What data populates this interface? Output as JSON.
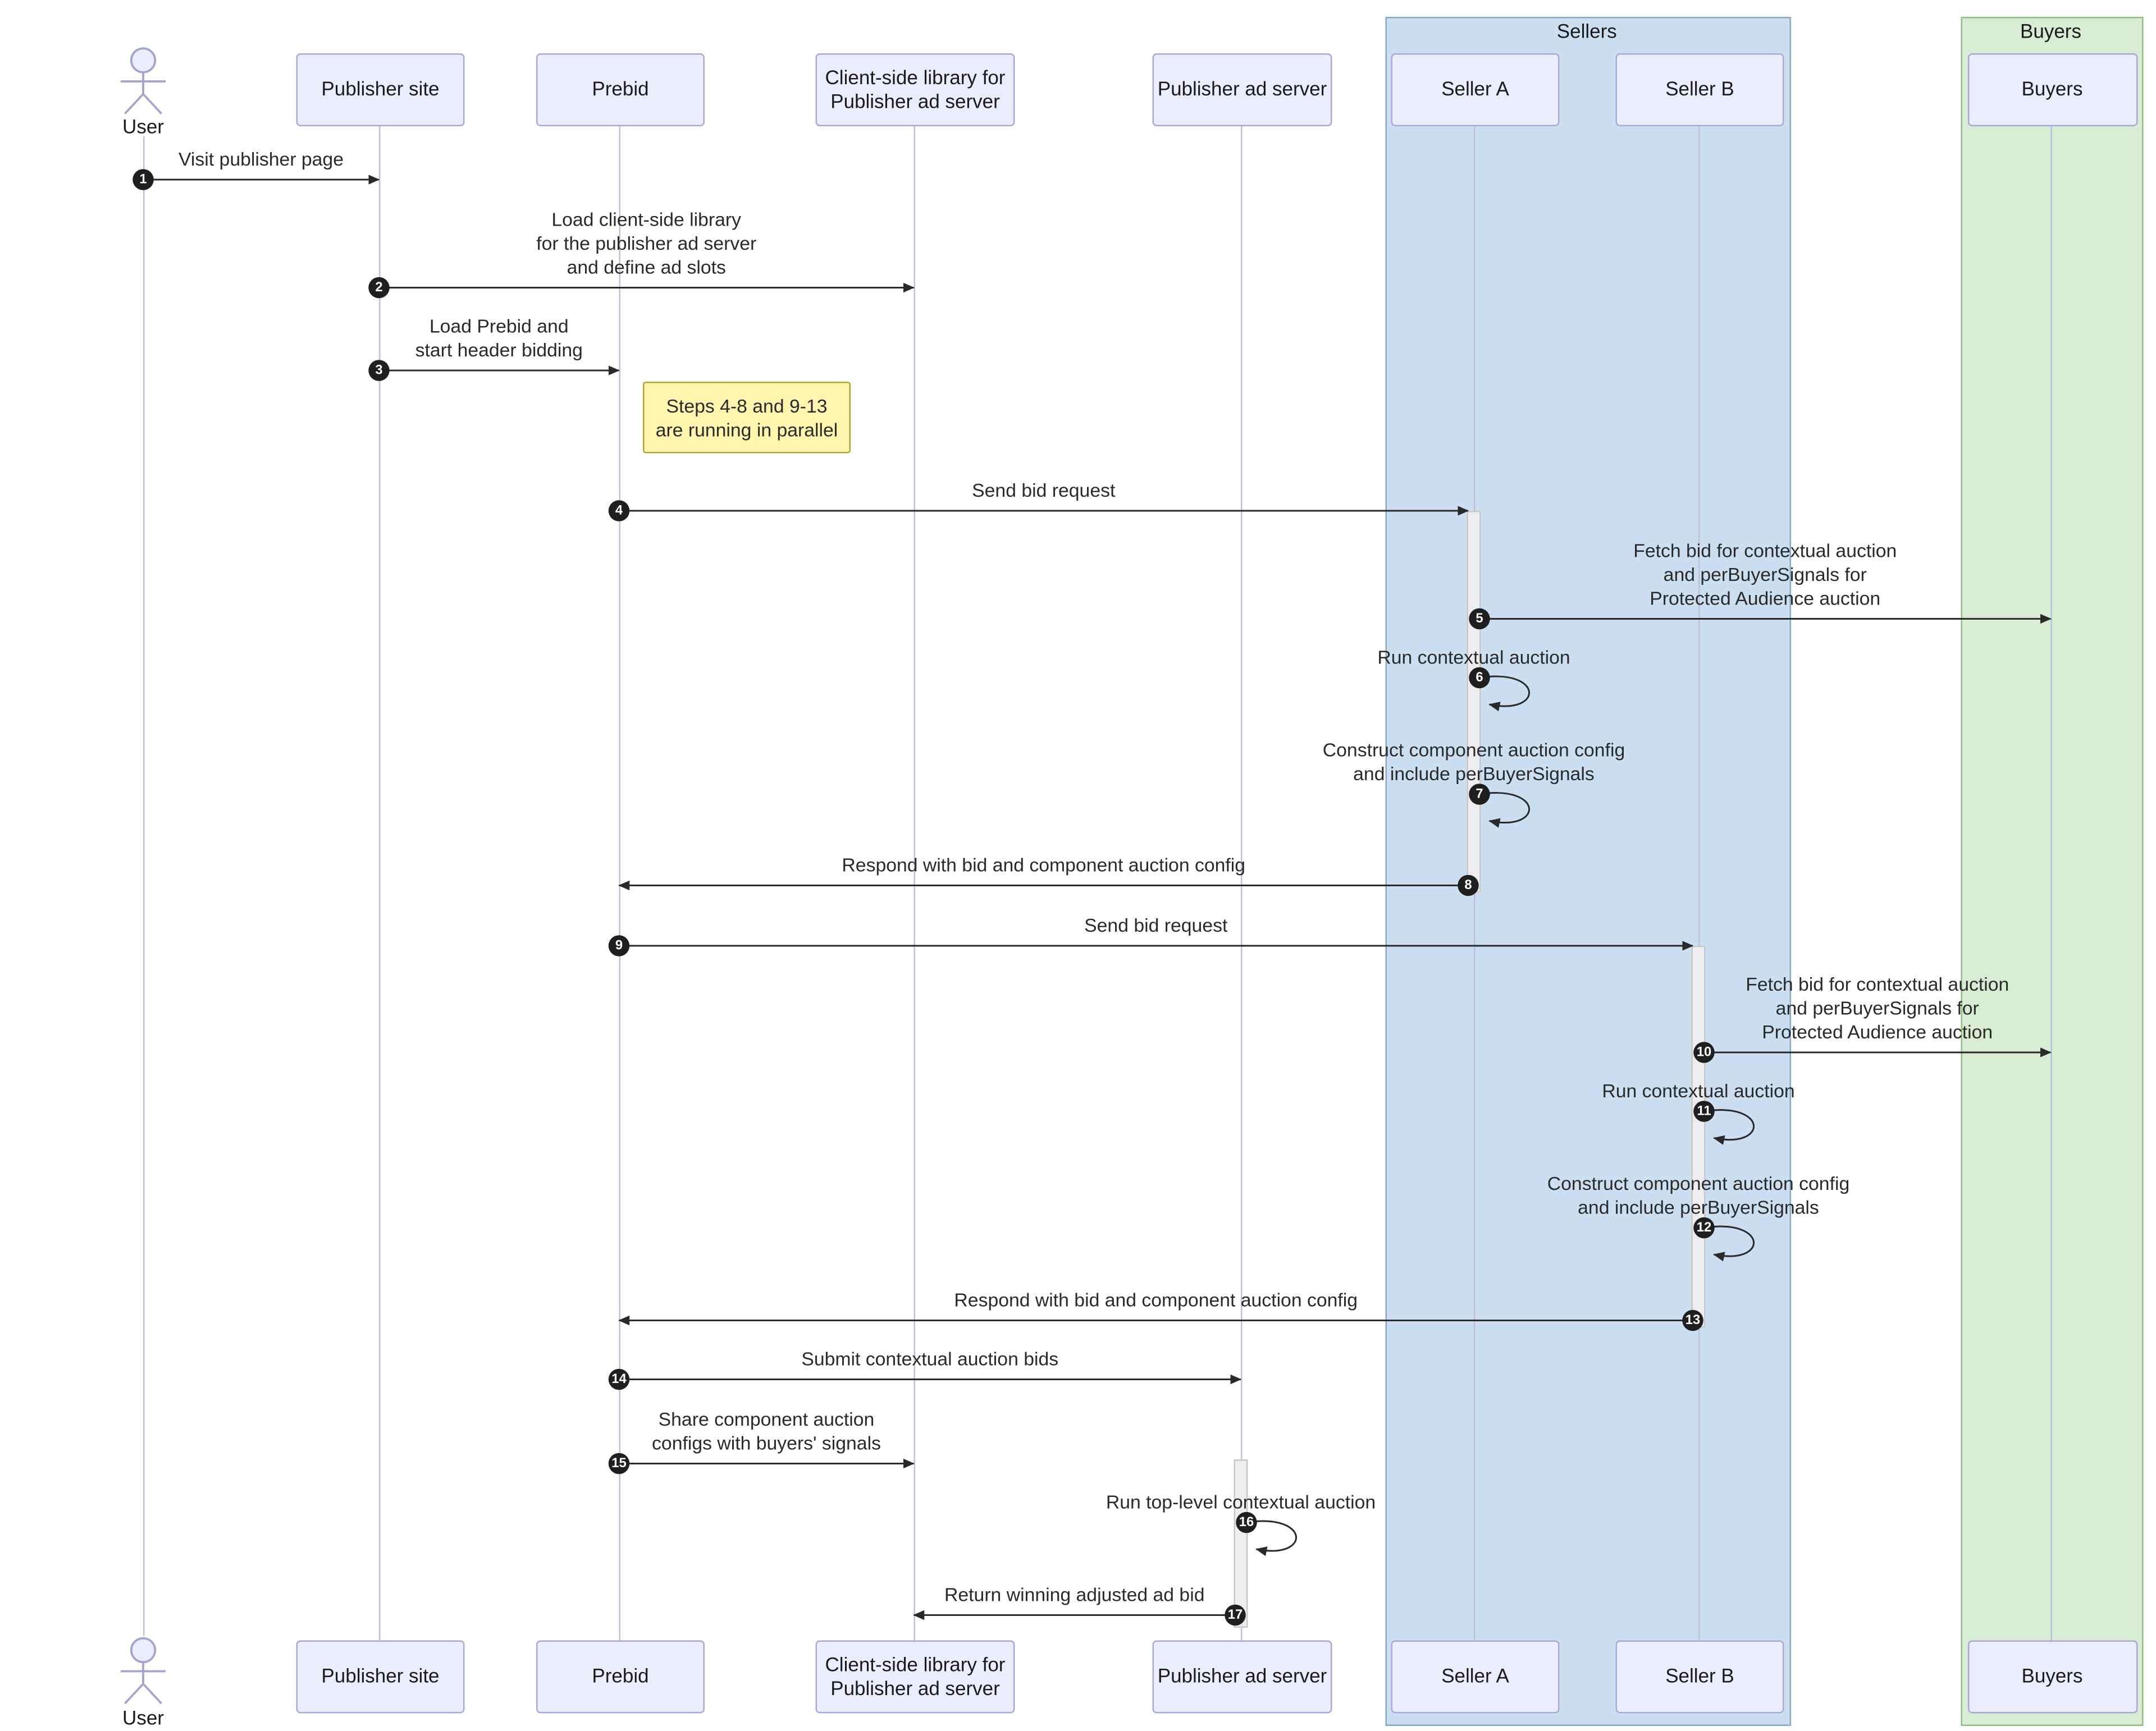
{
  "diagram": {
    "type": "sequence",
    "groups": [
      {
        "id": "sellers",
        "label": "Sellers",
        "fill": "#cbdff1",
        "border": "#88a9c7"
      },
      {
        "id": "buyers",
        "label": "Buyers",
        "fill": "#d8ebd3",
        "border": "#93bd82"
      }
    ],
    "participants": [
      {
        "id": "user",
        "label": "User",
        "type": "actor"
      },
      {
        "id": "publisher-site",
        "label": "Publisher site",
        "type": "box"
      },
      {
        "id": "prebid",
        "label": "Prebid",
        "type": "box"
      },
      {
        "id": "client-lib",
        "label": "Client-side library for\nPublisher ad server",
        "type": "box"
      },
      {
        "id": "ad-server",
        "label": "Publisher ad server",
        "type": "box"
      },
      {
        "id": "seller-a",
        "label": "Seller A",
        "type": "box",
        "group": "sellers"
      },
      {
        "id": "seller-b",
        "label": "Seller B",
        "type": "box",
        "group": "sellers"
      },
      {
        "id": "buyers",
        "label": "Buyers",
        "type": "box",
        "group": "buyers"
      }
    ],
    "note": {
      "text": "Steps 4-8 and 9-13\nare running in parallel",
      "fill": "#fff5ad",
      "border": "#aaaa33"
    },
    "messages": [
      {
        "seq": "1",
        "from": "user",
        "to": "publisher-site",
        "text": "Visit publisher page",
        "kind": "solid"
      },
      {
        "seq": "2",
        "from": "publisher-site",
        "to": "client-lib",
        "text": "Load client-side library\nfor the publisher ad server\nand define ad slots",
        "kind": "solid"
      },
      {
        "seq": "3",
        "from": "publisher-site",
        "to": "prebid",
        "text": "Load Prebid and\nstart header bidding",
        "kind": "solid"
      },
      {
        "seq": "4",
        "from": "prebid",
        "to": "seller-a",
        "text": "Send bid request",
        "kind": "solid"
      },
      {
        "seq": "5",
        "from": "seller-a",
        "to": "buyers",
        "text": "Fetch bid for contextual auction\nand perBuyerSignals for\nProtected Audience auction",
        "kind": "solid"
      },
      {
        "seq": "6",
        "from": "seller-a",
        "to": "seller-a",
        "text": "Run contextual auction",
        "kind": "self"
      },
      {
        "seq": "7",
        "from": "seller-a",
        "to": "seller-a",
        "text": "Construct component auction config\nand include perBuyerSignals",
        "kind": "self"
      },
      {
        "seq": "8",
        "from": "seller-a",
        "to": "prebid",
        "text": "Respond with bid and component auction config",
        "kind": "solid"
      },
      {
        "seq": "9",
        "from": "prebid",
        "to": "seller-b",
        "text": "Send bid request",
        "kind": "solid"
      },
      {
        "seq": "10",
        "from": "seller-b",
        "to": "buyers",
        "text": "Fetch bid for contextual auction\nand perBuyerSignals for\nProtected Audience auction",
        "kind": "solid"
      },
      {
        "seq": "11",
        "from": "seller-b",
        "to": "seller-b",
        "text": "Run contextual auction",
        "kind": "self"
      },
      {
        "seq": "12",
        "from": "seller-b",
        "to": "seller-b",
        "text": "Construct component auction config\nand include perBuyerSignals",
        "kind": "self"
      },
      {
        "seq": "13",
        "from": "seller-b",
        "to": "prebid",
        "text": "Respond with bid and component auction config",
        "kind": "solid"
      },
      {
        "seq": "14",
        "from": "prebid",
        "to": "ad-server",
        "text": "Submit contextual auction bids",
        "kind": "solid"
      },
      {
        "seq": "15",
        "from": "prebid",
        "to": "client-lib",
        "text": "Share component auction\nconfigs with buyers' signals",
        "kind": "solid"
      },
      {
        "seq": "16",
        "from": "ad-server",
        "to": "ad-server",
        "text": "Run top-level contextual auction",
        "kind": "self"
      },
      {
        "seq": "17",
        "from": "ad-server",
        "to": "client-lib",
        "text": "Return winning adjusted ad bid",
        "kind": "solid"
      }
    ],
    "colors": {
      "participant_fill": "#ececff",
      "participant_border": "#a9a9d9",
      "lifeline": "#c0c0dc",
      "activation_fill": "#ededed",
      "activation_border": "#c9c9c9",
      "arrow": "#2a2a2a",
      "sequence_number_bg": "#1f1f1f",
      "sequence_number_text": "#ffffff"
    }
  }
}
